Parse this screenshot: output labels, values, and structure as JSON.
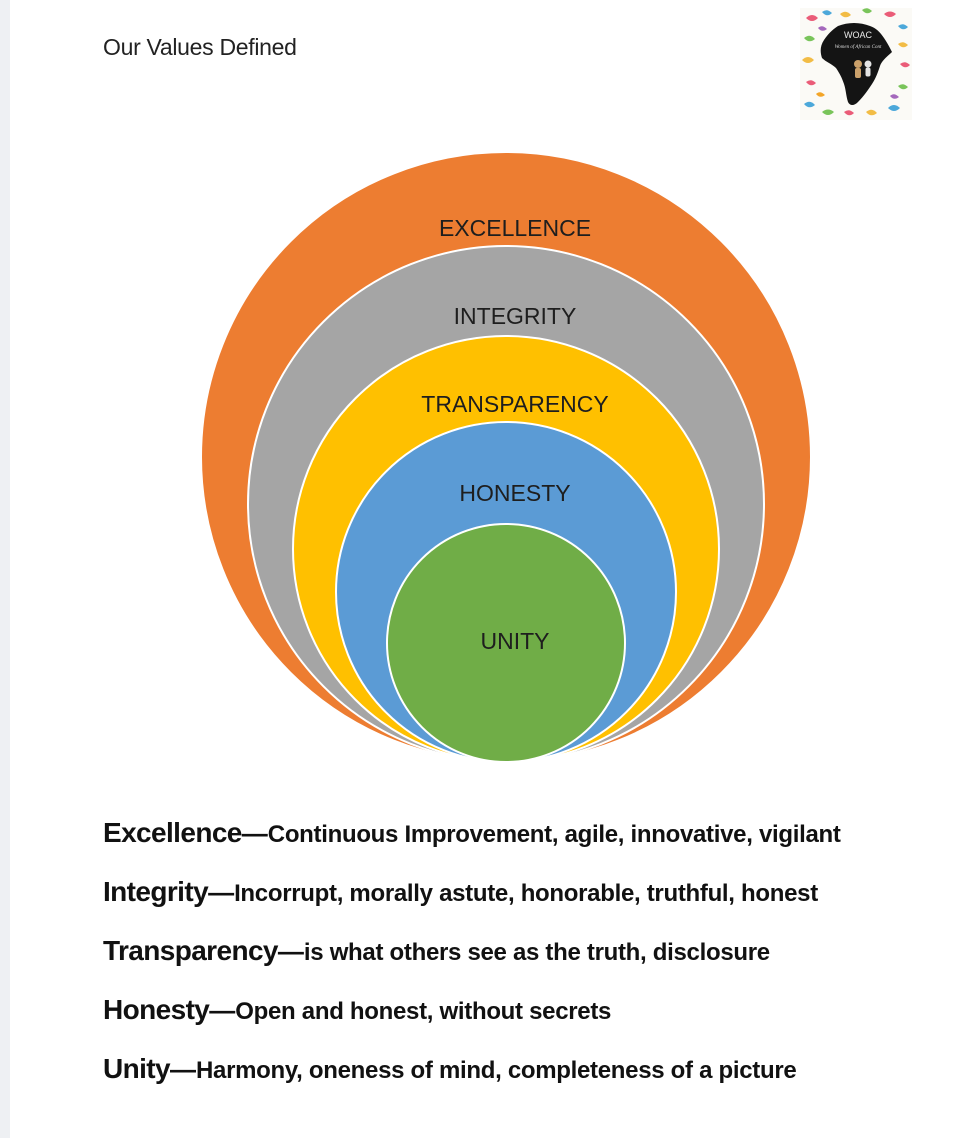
{
  "document": {
    "title": "Our Values Defined"
  },
  "logo": {
    "text_main": "WOAC",
    "text_script": "Women of African Cont"
  },
  "diagram": {
    "type": "nested-circles",
    "rings": [
      {
        "label": "EXCELLENCE",
        "color": "#ED7D31"
      },
      {
        "label": "INTEGRITY",
        "color": "#A5A5A5"
      },
      {
        "label": "TRANSPARENCY",
        "color": "#FFC000"
      },
      {
        "label": "HONESTY",
        "color": "#5B9BD5"
      },
      {
        "label": "UNITY",
        "color": "#70AD47"
      }
    ]
  },
  "values": [
    {
      "term": "Excellence",
      "dash": "—",
      "desc": "Continuous Improvement, agile, innovative, vigilant"
    },
    {
      "term": "Integrity",
      "dash": "—",
      "desc": "Incorrupt, morally astute, honorable, truthful, honest"
    },
    {
      "term": "Transparency",
      "dash": "—",
      "desc": "is what others see as the truth, disclosure"
    },
    {
      "term": "Honesty",
      "dash": "—",
      "desc": "Open and honest, without secrets"
    },
    {
      "term": "Unity",
      "dash": "—",
      "desc": "Harmony, oneness of mind, completeness of a picture"
    }
  ]
}
